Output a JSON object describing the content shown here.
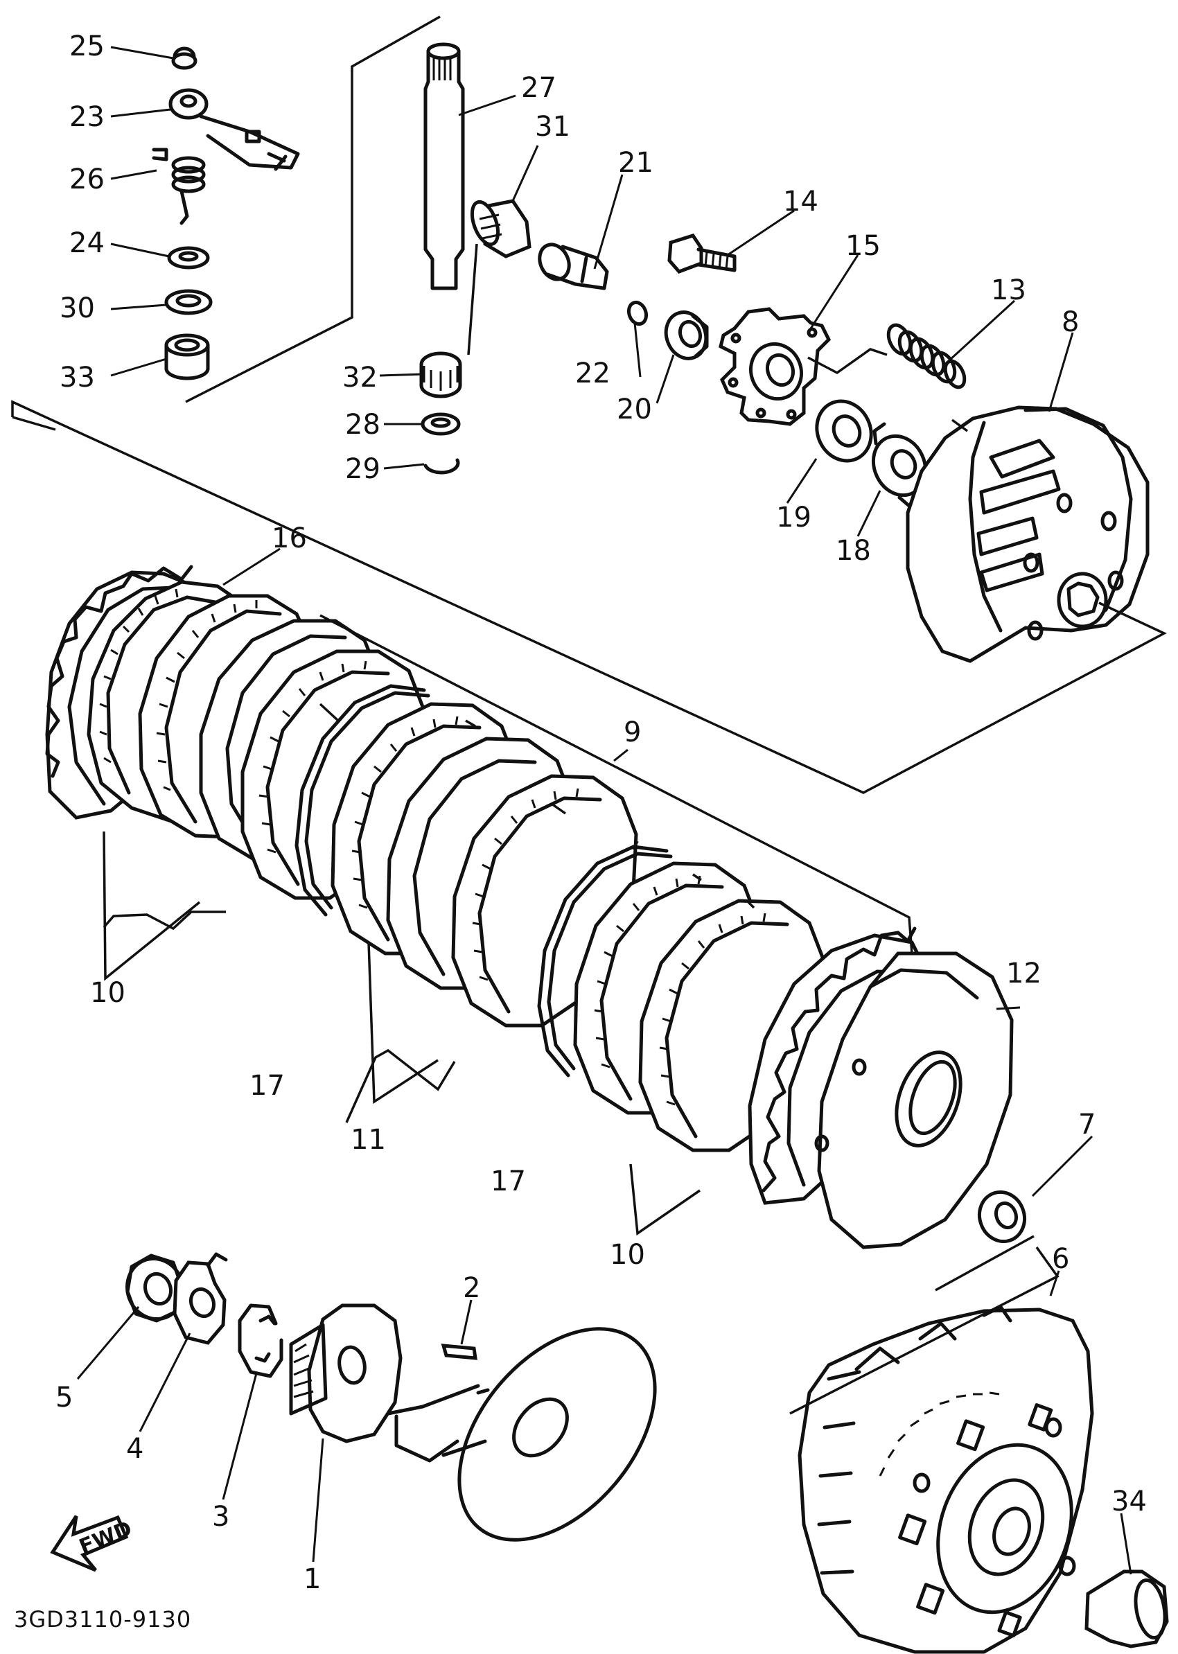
{
  "diagram": {
    "callouts": {
      "p25": "25",
      "p23": "23",
      "p26": "26",
      "p24": "24",
      "p30": "30",
      "p33": "33",
      "p27": "27",
      "p31": "31",
      "p32": "32",
      "p28": "28",
      "p29": "29",
      "p21": "21",
      "p22": "22",
      "p20": "20",
      "p14": "14",
      "p15": "15",
      "p13": "13",
      "p8": "8",
      "p19": "19",
      "p18": "18",
      "p16": "16",
      "p9": "9",
      "p10a": "10",
      "p17a": "17",
      "p11": "11",
      "p17b": "17",
      "p10b": "10",
      "p12": "12",
      "p7": "7",
      "p6": "6",
      "p34": "34",
      "p5": "5",
      "p4": "4",
      "p3": "3",
      "p2": "2",
      "p1": "1"
    },
    "fwd_label": "FWD",
    "caption": "3GD3110-9130"
  }
}
